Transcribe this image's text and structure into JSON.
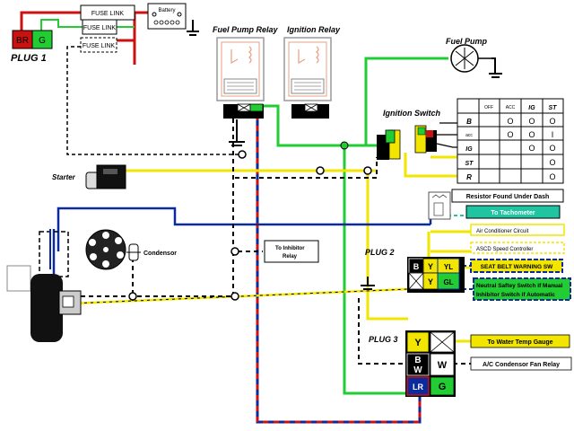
{
  "plug1": {
    "title": "PLUG 1",
    "pin_br": "BR",
    "pin_g": "G",
    "fuse_link_1": "FUSE LINK",
    "fuse_link_2": "FUSE LINK",
    "fuse_link_3": "FUSE LINK"
  },
  "battery": {
    "label": "Battery"
  },
  "relays": {
    "fuel_pump_relay": "Fuel Pump Relay",
    "ignition_relay": "Ignition Relay"
  },
  "fuel_pump": {
    "label": "Fuel Pump"
  },
  "ignition_switch": {
    "title": "Ignition Switch",
    "headers": [
      "OFF",
      "ACC",
      "IG",
      "ST"
    ],
    "rows": [
      {
        "name": "B",
        "cells": [
          "",
          "O",
          "O",
          "O"
        ]
      },
      {
        "name": "acc",
        "cells": [
          "",
          "O",
          "O",
          "I"
        ]
      },
      {
        "name": "IG",
        "cells": [
          "",
          "",
          "O",
          "O"
        ]
      },
      {
        "name": "ST",
        "cells": [
          "",
          "",
          "",
          "O"
        ]
      },
      {
        "name": "R",
        "cells": [
          "",
          "",
          "",
          "O"
        ]
      }
    ]
  },
  "starter": {
    "label": "Starter"
  },
  "condensor": {
    "label": "Condensor"
  },
  "inhibitor": {
    "label": "To Inhibitor Relay"
  },
  "resistor": {
    "label": "Resistor Found Under Dash"
  },
  "tachometer": {
    "label": "To Tachometer"
  },
  "plug2": {
    "title": "PLUG 2",
    "pins": [
      "B",
      "Y",
      "YL",
      "Y",
      "GL"
    ],
    "air_conditioner": "Air Conditioner Circuit",
    "ascd": "ASCD Speed Controller",
    "seat_belt": "SEAT BELT WARNING SW",
    "neutral_line1": "Neutral Saftey Switch if Manual",
    "neutral_line2": "Inhibitor Switch if Automatic"
  },
  "plug3": {
    "title": "PLUG 3",
    "pins": [
      "Y",
      "B",
      "W",
      "W",
      "LR",
      "G"
    ],
    "water_temp": "To Water Temp Gauge",
    "ac_fan": "A/C Condensor Fan Relay"
  },
  "colors": {
    "red": "#cc1111",
    "green": "#22cc33",
    "yellow": "#f2e600",
    "blue": "#0a2a9e",
    "black": "#000000",
    "teal": "#20c4a0",
    "relay_outline": "#e8a080"
  }
}
